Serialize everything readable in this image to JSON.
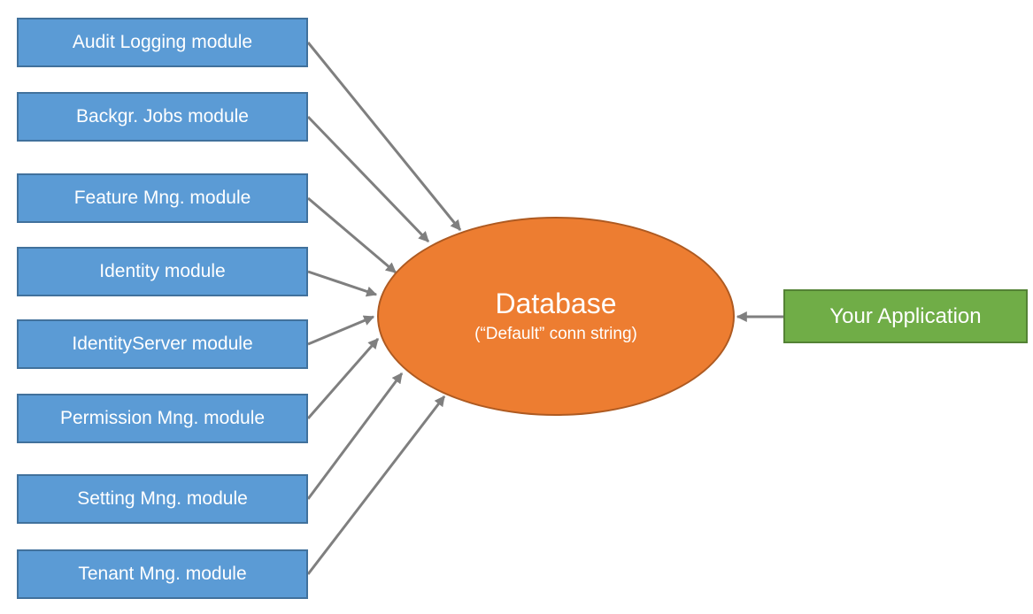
{
  "diagram": {
    "modules": [
      {
        "label": "Audit Logging module"
      },
      {
        "label": "Backgr. Jobs module"
      },
      {
        "label": "Feature Mng. module"
      },
      {
        "label": "Identity module"
      },
      {
        "label": "IdentityServer module"
      },
      {
        "label": "Permission Mng. module"
      },
      {
        "label": "Setting Mng. module"
      },
      {
        "label": "Tenant Mng. module"
      }
    ],
    "database": {
      "title": "Database",
      "subtitle": "(“Default” conn string)"
    },
    "application": {
      "label": "Your Application"
    },
    "colors": {
      "module_fill": "#5B9BD5",
      "module_border": "#41719C",
      "database_fill": "#ED7D31",
      "database_border": "#AE5A21",
      "application_fill": "#70AD47",
      "application_border": "#548235",
      "arrow": "#7F7F7F",
      "text": "#FFFFFF"
    }
  }
}
